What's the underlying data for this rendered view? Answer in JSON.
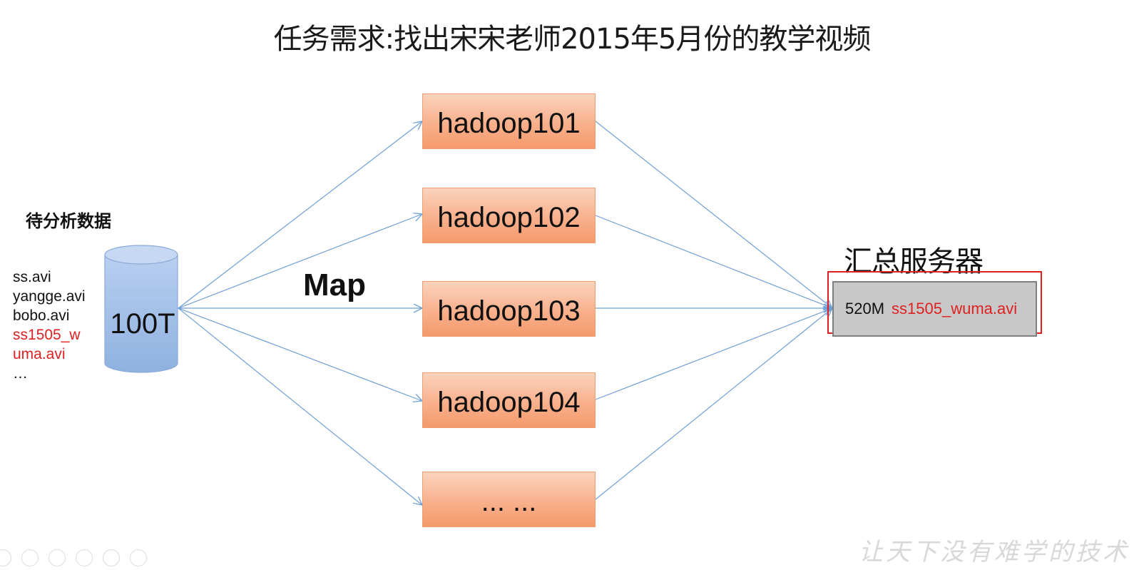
{
  "title": "任务需求:找出宋宋老师2015年5月份的教学视频",
  "source": {
    "heading": "待分析数据",
    "files": [
      {
        "name": "ss.avi",
        "highlight": false
      },
      {
        "name": "yangge.avi",
        "highlight": false
      },
      {
        "name": "bobo.avi",
        "highlight": false
      },
      {
        "name": "ss1505_w",
        "highlight": true
      },
      {
        "name": "uma.avi",
        "highlight": true
      },
      {
        "name": "…",
        "highlight": false
      }
    ],
    "storage_label": "100T"
  },
  "map_label": "Map",
  "nodes": [
    {
      "label": "hadoop101"
    },
    {
      "label": "hadoop102"
    },
    {
      "label": "hadoop103"
    },
    {
      "label": "hadoop104"
    },
    {
      "label": "... ..."
    }
  ],
  "server": {
    "title": "汇总服务器",
    "size": "520M",
    "file": "ss1505_wuma.avi"
  },
  "watermark": "让天下没有难学的技术",
  "colors": {
    "node_fill": "#f8b08c",
    "node_border": "#f0a070",
    "cylinder": "#9dbde6",
    "arrow": "#6f9fd4",
    "highlight": "#e02020",
    "server_fill": "#c8c8c8"
  }
}
